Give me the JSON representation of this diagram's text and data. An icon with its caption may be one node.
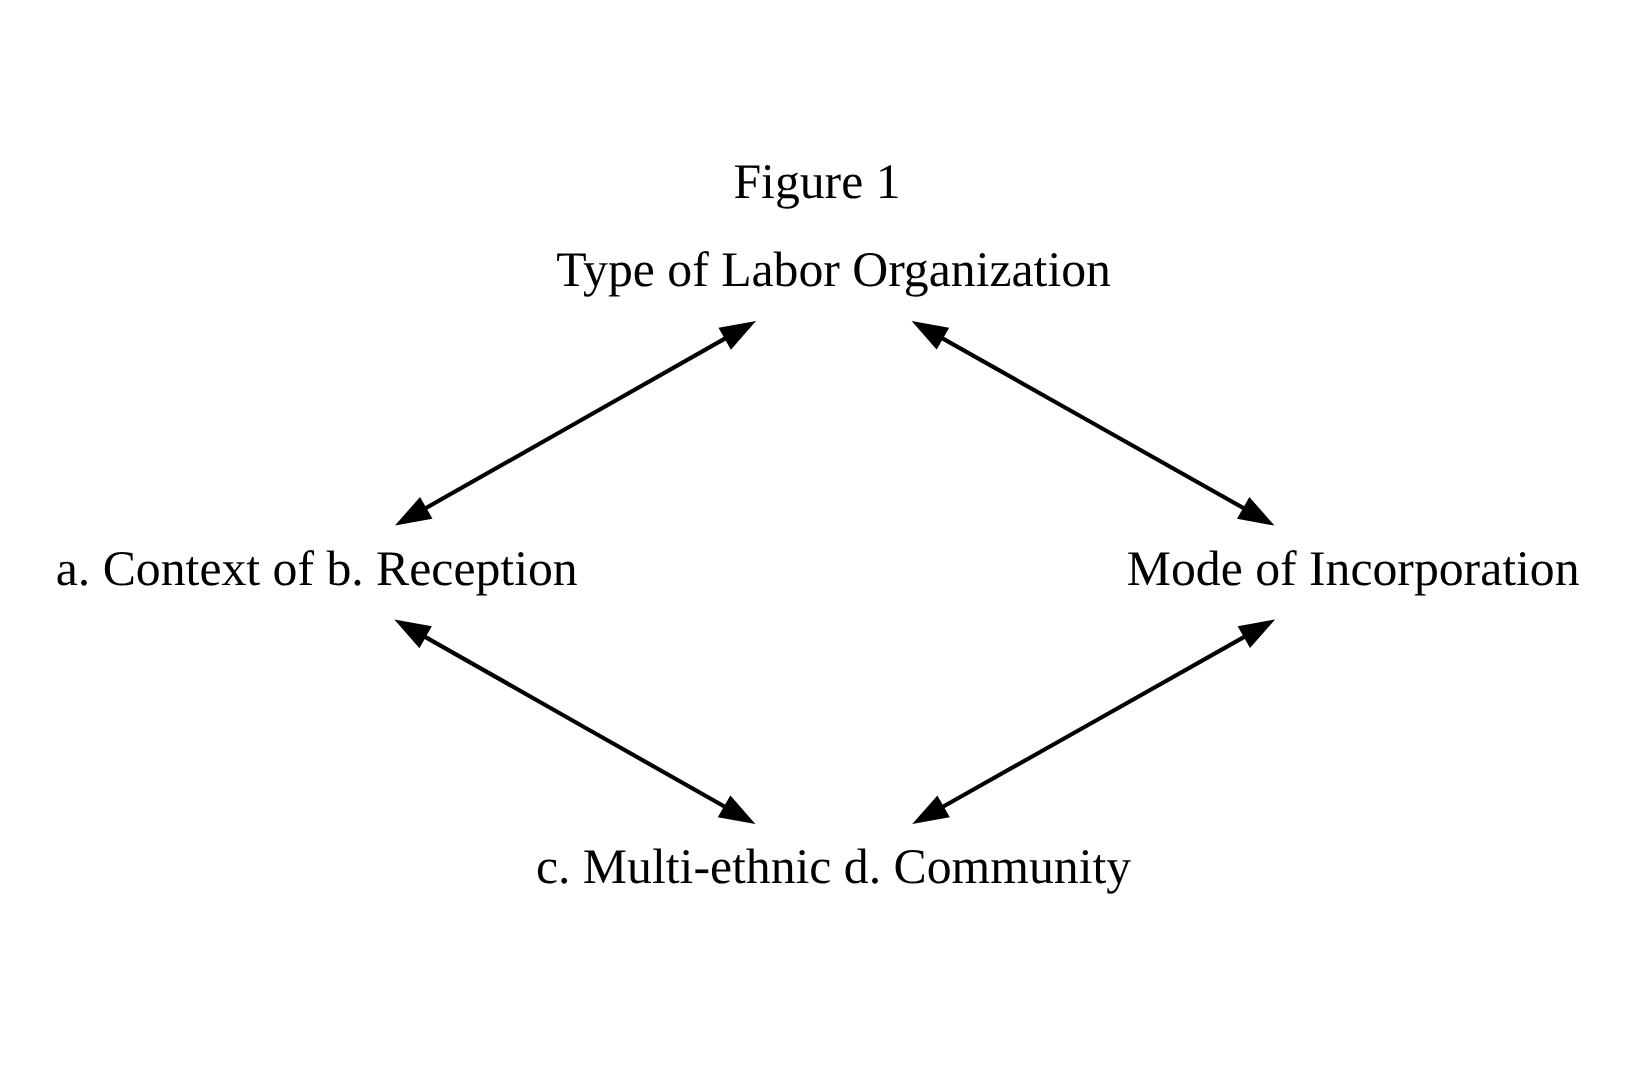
{
  "diagram": {
    "title": "Figure 1",
    "nodes": [
      {
        "text": [
          "Type of Labor Organization"
        ]
      },
      {
        "text": [
          "a. Context of b. Reception"
        ]
      },
      {
        "text": [
          "Mode of Incorporation"
        ]
      },
      {
        "text": [
          "c. Multi-ethnic d. Community"
        ]
      }
    ],
    "edges": [
      {
        "from": 0,
        "to": 1,
        "arrow": "both"
      },
      {
        "from": 0,
        "to": 2,
        "arrow": "both"
      },
      {
        "from": 1,
        "to": 3,
        "arrow": "both"
      },
      {
        "from": 2,
        "to": 3,
        "arrow": "both"
      }
    ]
  }
}
